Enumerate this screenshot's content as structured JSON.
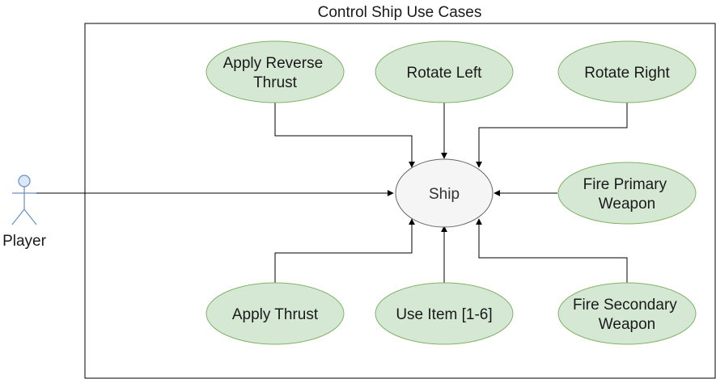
{
  "diagram": {
    "title": "Control Ship Use Cases",
    "actor": {
      "label": "Player"
    },
    "ship": {
      "label": "Ship"
    },
    "colors": {
      "use_case_fill": "#d5e8d4",
      "use_case_stroke": "#82b366",
      "ship_fill": "#f5f5f5",
      "ship_stroke": "#666666",
      "actor_fill": "#dae8fc",
      "actor_stroke": "#6c8ebf",
      "boundary_stroke": "#000000"
    },
    "use_cases": {
      "apply_reverse_thrust": {
        "line1": "Apply Reverse",
        "line2": "Thrust"
      },
      "rotate_left": {
        "line1": "Rotate Left"
      },
      "rotate_right": {
        "line1": "Rotate Right"
      },
      "fire_primary_weapon": {
        "line1": "Fire Primary",
        "line2": "Weapon"
      },
      "apply_thrust": {
        "line1": "Apply Thrust"
      },
      "use_item": {
        "line1": "Use Item [1-6]"
      },
      "fire_secondary_weapon": {
        "line1": "Fire Secondary",
        "line2": "Weapon"
      }
    }
  }
}
